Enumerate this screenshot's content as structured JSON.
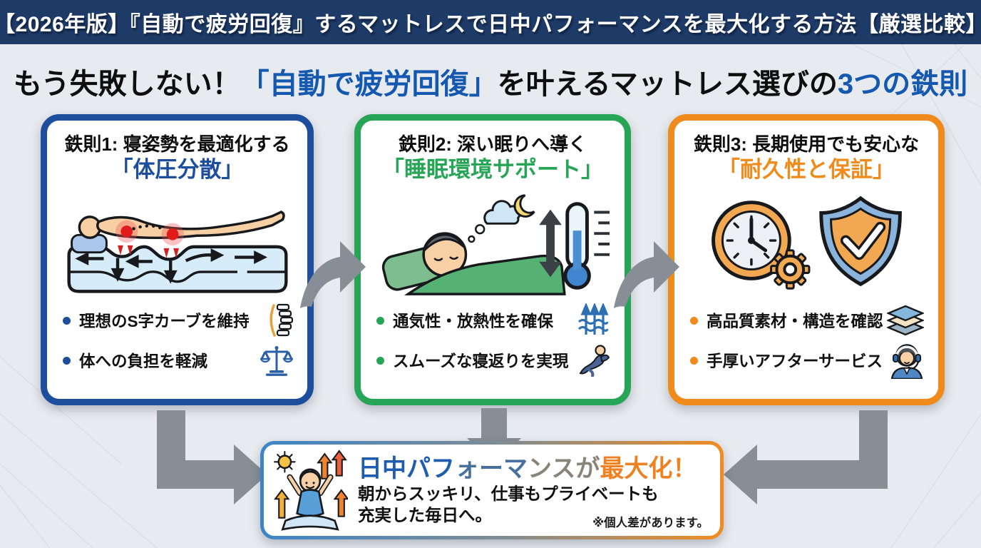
{
  "banner": {
    "title": "【2026年版】『自動で疲労回復』するマットレスで日中パフォーマンスを最大化する方法【厳選比較】"
  },
  "headline": {
    "segments": [
      {
        "text": "もう失敗しない！",
        "color": "#0e0e0e"
      },
      {
        "text": "「自動で疲労回復」",
        "color": "#1558b0"
      },
      {
        "text": "を叶えるマットレス選びの",
        "color": "#0e0e0e"
      },
      {
        "text": "3つの鉄則",
        "color": "#1558b0"
      }
    ]
  },
  "cards": [
    {
      "title_line1": "鉄則1: 寝姿勢を最適化する",
      "title_line2": "「体圧分散」",
      "accent_color": "#1d4e9e",
      "illustration": "pressure-distribution-illustration",
      "bullets": [
        {
          "text": "理想のS字カーブを維持",
          "icon": "spine-icon"
        },
        {
          "text": "体への負担を軽減",
          "icon": "balance-scale-icon"
        }
      ]
    },
    {
      "title_line1": "鉄則2: 深い眠りへ導く",
      "title_line2": "「睡眠環境サポート」",
      "accent_color": "#27a556",
      "illustration": "sleeping-person-thermometer-illustration",
      "bullets": [
        {
          "text": "通気性・放熱性を確保",
          "icon": "airflow-icon"
        },
        {
          "text": "スムーズな寝返りを実現",
          "icon": "turning-person-icon"
        }
      ]
    },
    {
      "title_line1": "鉄則3: 長期使用でも安心な",
      "title_line2": "「耐久性と保証」",
      "accent_color": "#ef8a1b",
      "illustration": "clock-shield-illustration",
      "bullets": [
        {
          "text": "高品質素材・構造を確認",
          "icon": "layers-icon"
        },
        {
          "text": "手厚いアフターサービス",
          "icon": "support-agent-icon"
        }
      ]
    }
  ],
  "flow_arrows": [
    "curved-right-arrow",
    "curved-right-arrow",
    "elbow-right-arrow",
    "down-arrow",
    "elbow-left-arrow"
  ],
  "result_box": {
    "title": "日中パフォーマンスが最大化！",
    "title_segments": [
      {
        "text": "日中パフ",
        "color": "#1d5cb0"
      },
      {
        "text": "ォーマ",
        "color": "#48709f"
      },
      {
        "text": "ンスが",
        "color": "#8a8378"
      },
      {
        "text": "最大化！",
        "color": "#ee8121"
      }
    ],
    "line1": "朝からスッキリ、仕事もプライベートも",
    "line2": "充実した毎日へ。",
    "note": "※個人差があります。",
    "icon": "energized-person-icon"
  },
  "colors": {
    "banner_bg": "#1e3a66",
    "page_bg": "#e7eaee",
    "headline_accent": "#1558b0",
    "rule1_accent": "#1d4e9e",
    "rule2_accent": "#27a556",
    "rule3_accent": "#ef8a1b",
    "arrow_gray": "#878e96",
    "result_border_gradient": [
      "#3d85c8",
      "#7e8c96",
      "#f08c1f"
    ]
  }
}
